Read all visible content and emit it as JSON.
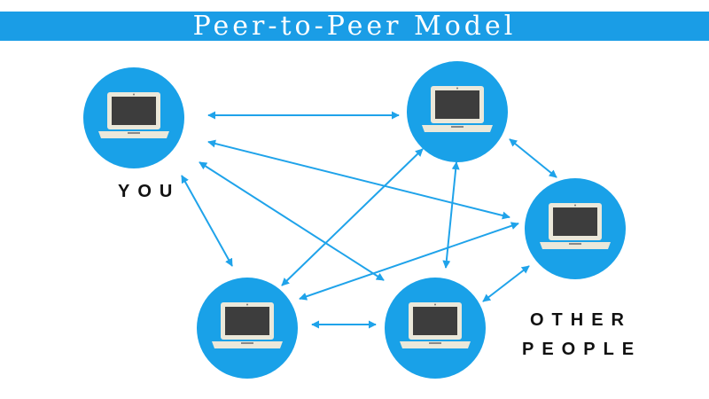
{
  "title": "Peer-to-Peer Model",
  "labels": {
    "you": "YOU",
    "other_line1": "OTHER",
    "other_line2": "PEOPLE"
  },
  "colors": {
    "brand_blue": "#1a9de6",
    "node_blue": "#19a1e8",
    "laptop_body": "#ebe8da",
    "laptop_screen": "#3d3d3d",
    "arrow": "#1fa3ea"
  },
  "icons": [
    "laptop-icon"
  ]
}
